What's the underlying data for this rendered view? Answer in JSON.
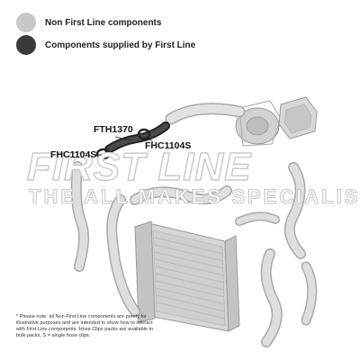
{
  "legend": {
    "non_first_line": {
      "label": "Non First Line components",
      "color": "#c8c8c8"
    },
    "first_line": {
      "label": "Components supplied by First Line",
      "color": "#3a3a3a"
    }
  },
  "watermark": {
    "brand": "FIRST LINE",
    "tagline": "THE ALL MAKES SPECIALIST"
  },
  "parts": {
    "fth1370": "FTH1370",
    "fhc1104s_left": "FHC1104S",
    "fhc1104s_right": "FHC1104S"
  },
  "footnote": "* Please note: all Non First Line components are purely for illustrative purposes and are intended to show how to interact with First Line components. Hose Clips packs are available in bulk packs, S = single hose clips."
}
